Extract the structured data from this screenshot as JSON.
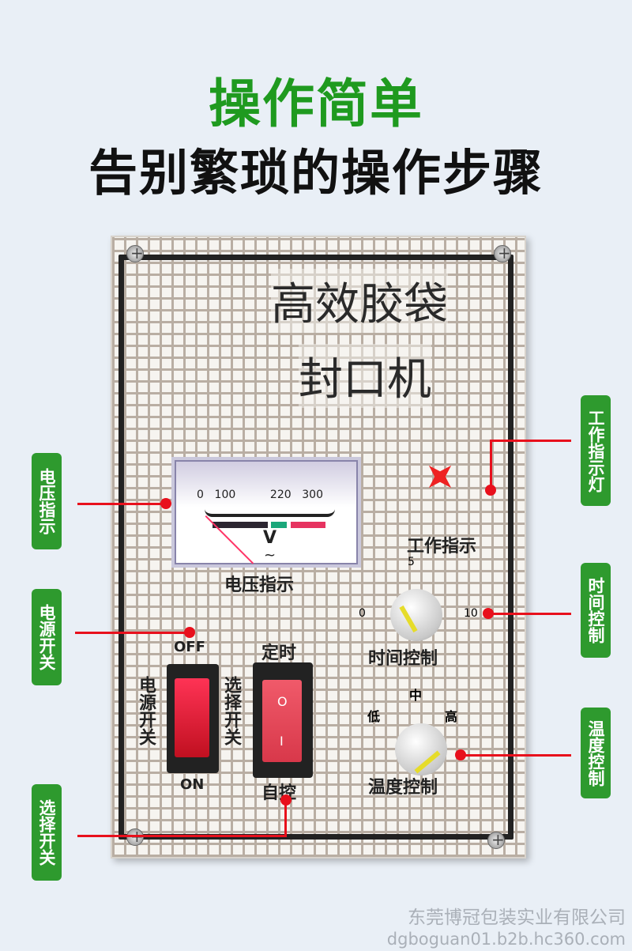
{
  "headline": "操作简单",
  "subheadline": "告别繁琐的操作步骤",
  "panel": {
    "title_line1": "高效胶袋",
    "title_line2": "封口机",
    "meter": {
      "ticks": [
        "0",
        "100",
        "220",
        "300"
      ],
      "unit": "V",
      "ac_symbol": "~",
      "caption": "电压指示"
    },
    "work_indicator_label": "工作指示",
    "time_dial": {
      "min": "0",
      "mid": "5",
      "max": "10",
      "caption": "时间控制"
    },
    "temp_dial": {
      "low": "低",
      "mid": "中",
      "high": "高",
      "caption": "温度控制"
    },
    "power_switch": {
      "off": "OFF",
      "on": "ON",
      "label": "电源开关"
    },
    "select_switch": {
      "top": "定时",
      "bottom": "自控",
      "label": "选择开关",
      "o": "O",
      "i": "I"
    }
  },
  "callouts": {
    "voltage": "电压指示",
    "power": "电源开关",
    "select": "选择开关",
    "indicator_light": "工作指示灯",
    "time": "时间控制",
    "temperature": "温度控制"
  },
  "watermark": {
    "company": "东莞博冠包装实业有限公司",
    "url": "dgboguan01.b2b.hc360.com"
  }
}
